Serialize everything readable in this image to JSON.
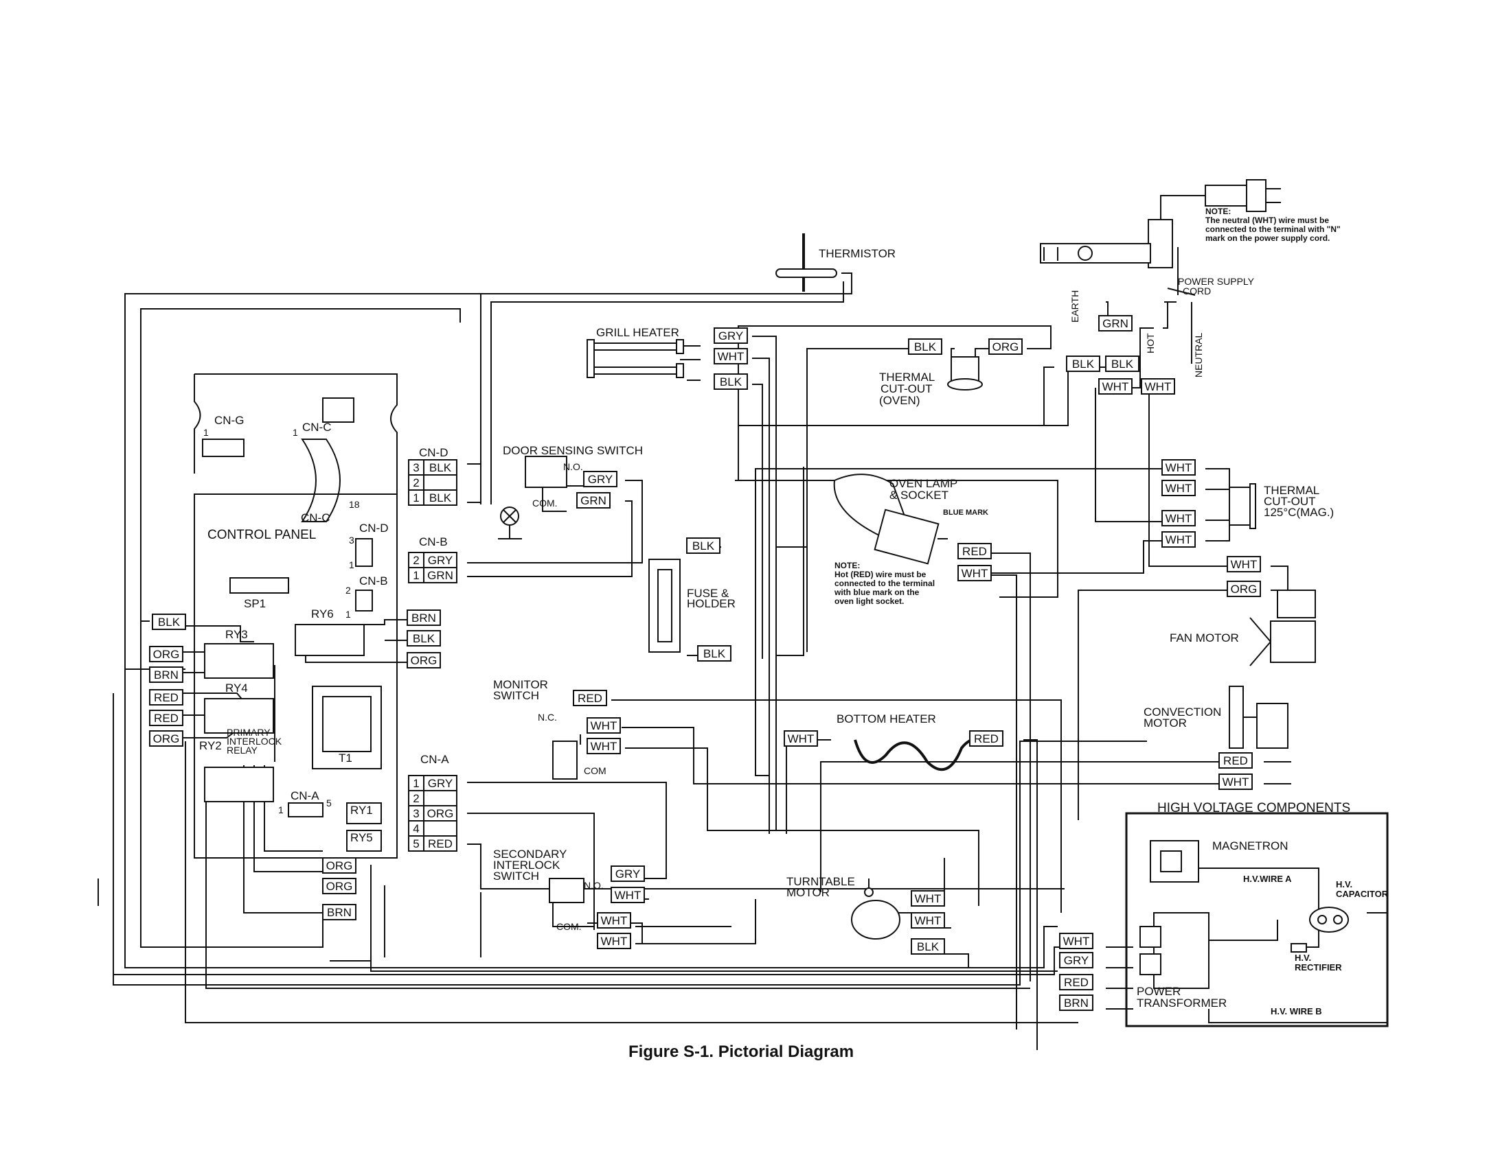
{
  "caption": "Figure S-1. Pictorial Diagram",
  "components": {
    "thermistor": "THERMISTOR",
    "grill_heater": "GRILL HEATER",
    "thermal_cutout_oven": [
      "THERMAL",
      "CUT-OUT",
      "(OVEN)"
    ],
    "door_sensing_switch": "DOOR SENSING SWITCH",
    "oven_lamp": [
      "OVEN LAMP",
      "& SOCKET"
    ],
    "blue_mark": "BLUE MARK",
    "fuse_holder": [
      "FUSE &",
      "HOLDER"
    ],
    "control_panel": "CONTROL PANEL",
    "monitor_switch": [
      "MONITOR",
      "SWITCH"
    ],
    "bottom_heater": "BOTTOM HEATER",
    "secondary_interlock": [
      "SECONDARY",
      "INTERLOCK",
      "SWITCH"
    ],
    "turntable_motor": [
      "TURNTABLE",
      "MOTOR"
    ],
    "thermal_cutout_mag": [
      "THERMAL",
      "CUT-OUT",
      "125°C(MAG.)"
    ],
    "fan_motor": "FAN MOTOR",
    "convection_motor": [
      "CONVECTION",
      "MOTOR"
    ],
    "hv_components": "HIGH VOLTAGE COMPONENTS",
    "magnetron": "MAGNETRON",
    "hv_wire_a": "H.V.WIRE A",
    "hv_wire_b": "H.V. WIRE B",
    "hv_capacitor": [
      "H.V.",
      "CAPACITOR"
    ],
    "hv_rectifier": [
      "H.V.",
      "RECTIFIER"
    ],
    "power_transformer": [
      "POWER",
      "TRANSFORMER"
    ],
    "power_supply_cord": [
      "POWER SUPPLY",
      "CORD"
    ],
    "earth": "EARTH",
    "hot": "HOT",
    "neutral": "NEUTRAL",
    "primary_interlock": [
      "PRIMARY",
      "INTERLOCK",
      "RELAY"
    ]
  },
  "notes": {
    "cord_note": [
      "NOTE:",
      "The neutral (WHT) wire must be",
      "connected to the terminal with \"N\"",
      "mark on the power   supply cord."
    ],
    "lamp_note": [
      "NOTE:",
      "Hot (RED) wire must be",
      "connected to the terminal",
      "with blue mark on the",
      "oven light socket."
    ]
  },
  "panel_labels": {
    "cn_g": "CN-G",
    "cn_c": "CN-C",
    "cn_d": "CN-D",
    "cn_b": "CN-B",
    "cn_a": "CN-A",
    "sp1": "SP1",
    "ry1": "RY1",
    "ry2": "RY2",
    "ry3": "RY3",
    "ry4": "RY4",
    "ry5": "RY5",
    "ry6": "RY6",
    "t1": "T1",
    "one": "1",
    "two": "2",
    "three": "3",
    "five": "5",
    "eighteen": "18",
    "no": "N.O.",
    "nc": "N.C.",
    "com": "COM.",
    "com2": "COM"
  },
  "connectors": {
    "cn_d": [
      [
        "3",
        "BLK"
      ],
      [
        "2",
        ""
      ],
      [
        "1",
        "BLK"
      ]
    ],
    "cn_b": [
      [
        "2",
        "GRY"
      ],
      [
        "1",
        "GRN"
      ]
    ],
    "cn_a": [
      [
        "1",
        "GRY"
      ],
      [
        "2",
        ""
      ],
      [
        "3",
        "ORG"
      ],
      [
        "4",
        ""
      ],
      [
        "5",
        "RED"
      ]
    ]
  },
  "wire_tags": [
    {
      "id": "t1",
      "text": "GRY"
    },
    {
      "id": "t2",
      "text": "WHT"
    },
    {
      "id": "t3",
      "text": "BLK"
    },
    {
      "id": "t4",
      "text": "BLK"
    },
    {
      "id": "t5",
      "text": "ORG"
    },
    {
      "id": "t6",
      "text": "GRN"
    },
    {
      "id": "t7",
      "text": "BLK"
    },
    {
      "id": "t8",
      "text": "BLK"
    },
    {
      "id": "t9",
      "text": "WHT"
    },
    {
      "id": "t10",
      "text": "WHT"
    },
    {
      "id": "t11",
      "text": "GRY"
    },
    {
      "id": "t12",
      "text": "GRN"
    },
    {
      "id": "t13",
      "text": "WHT"
    },
    {
      "id": "t14",
      "text": "WHT"
    },
    {
      "id": "t15",
      "text": "WHT"
    },
    {
      "id": "t16",
      "text": "WHT"
    },
    {
      "id": "t17",
      "text": "RED"
    },
    {
      "id": "t18",
      "text": "WHT"
    },
    {
      "id": "t19",
      "text": "BLK"
    },
    {
      "id": "t20",
      "text": "BLK"
    },
    {
      "id": "t21",
      "text": "WHT"
    },
    {
      "id": "t22",
      "text": "ORG"
    },
    {
      "id": "t23",
      "text": "BLK"
    },
    {
      "id": "t24",
      "text": "ORG"
    },
    {
      "id": "t25",
      "text": "BRN"
    },
    {
      "id": "t26",
      "text": "RED"
    },
    {
      "id": "t27",
      "text": "RED"
    },
    {
      "id": "t28",
      "text": "ORG"
    },
    {
      "id": "t29",
      "text": "BRN"
    },
    {
      "id": "t30",
      "text": "BLK"
    },
    {
      "id": "t31",
      "text": "ORG"
    },
    {
      "id": "t32",
      "text": "RED"
    },
    {
      "id": "t33",
      "text": "WHT"
    },
    {
      "id": "t34",
      "text": "WHT"
    },
    {
      "id": "t35",
      "text": "WHT"
    },
    {
      "id": "t36",
      "text": "RED"
    },
    {
      "id": "t37",
      "text": "RED"
    },
    {
      "id": "t38",
      "text": "WHT"
    },
    {
      "id": "t39",
      "text": "GRY"
    },
    {
      "id": "t40",
      "text": "WHT"
    },
    {
      "id": "t41",
      "text": "WHT"
    },
    {
      "id": "t42",
      "text": "WHT"
    },
    {
      "id": "t43",
      "text": "WHT"
    },
    {
      "id": "t44",
      "text": "WHT"
    },
    {
      "id": "t45",
      "text": "BLK"
    },
    {
      "id": "t46",
      "text": "ORG"
    },
    {
      "id": "t47",
      "text": "ORG"
    },
    {
      "id": "t48",
      "text": "BRN"
    },
    {
      "id": "t49",
      "text": "WHT"
    },
    {
      "id": "t50",
      "text": "GRY"
    },
    {
      "id": "t51",
      "text": "RED"
    },
    {
      "id": "t52",
      "text": "BRN"
    }
  ]
}
